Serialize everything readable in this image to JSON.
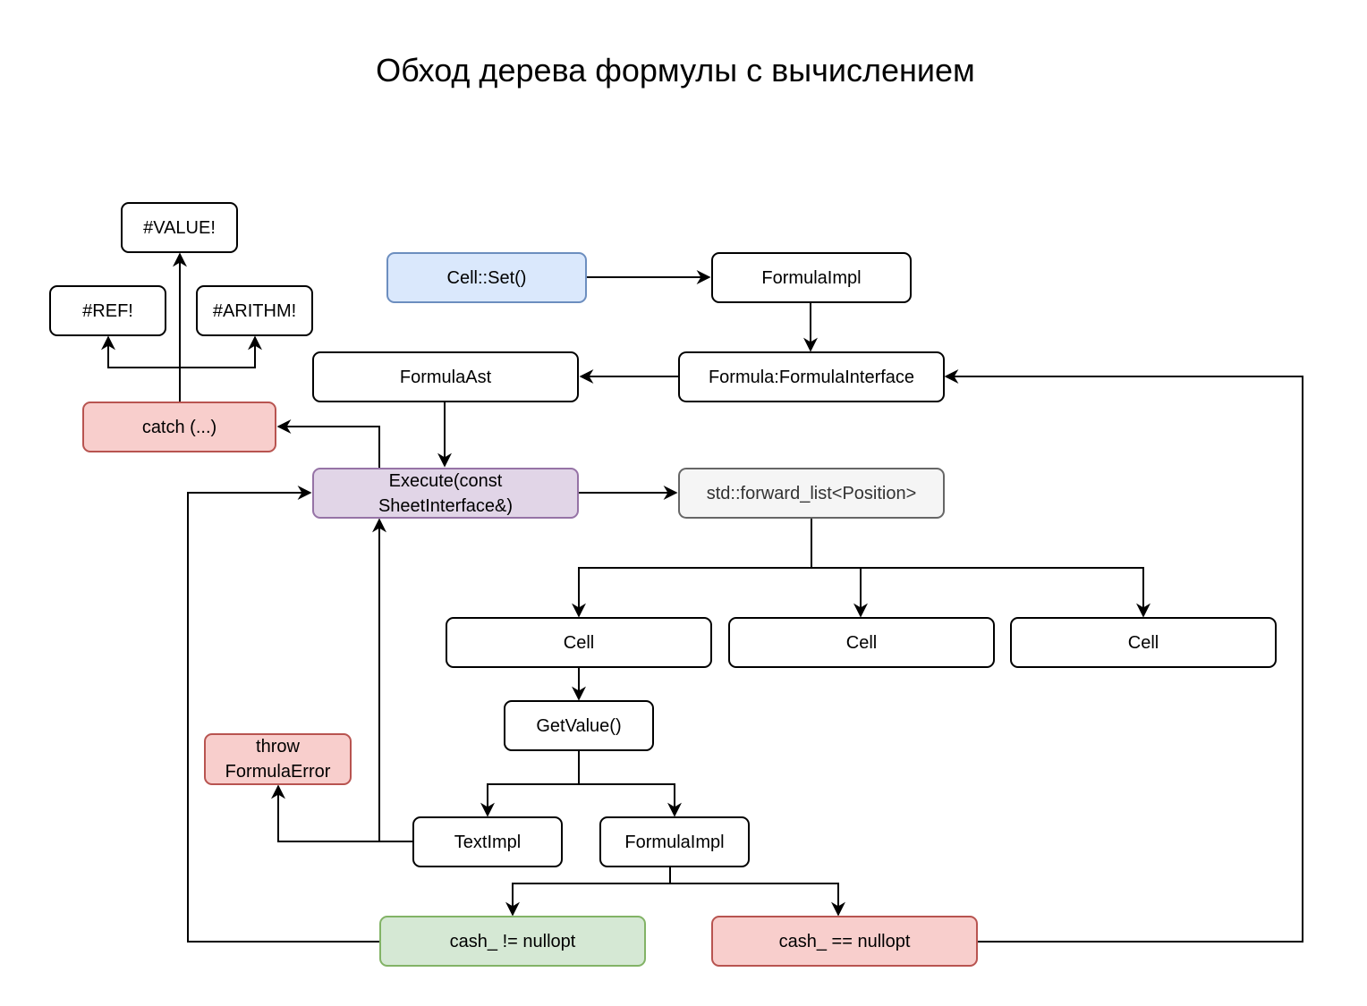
{
  "title": "Обход дерева формулы с вычислением",
  "nodes": {
    "value_error": "#VALUE!",
    "ref_error": "#REF!",
    "arithm_error": "#ARITHM!",
    "catch": "catch (...)",
    "cell_set": "Cell::Set()",
    "formula_impl_top": "FormulaImpl",
    "formula_interface": "Formula:FormulaInterface",
    "formula_ast": "FormulaAst",
    "execute": "Execute(const SheetInterface&)",
    "forward_list": "std::forward_list<Position>",
    "cell_1": "Cell",
    "cell_2": "Cell",
    "cell_3": "Cell",
    "get_value": "GetValue()",
    "throw_error": "throw FormulaError",
    "text_impl": "TextImpl",
    "formula_impl_bottom": "FormulaImpl",
    "cache_present": "cash_ != nullopt",
    "cache_empty": "cash_ == nullopt"
  },
  "colors": {
    "blue_fill": "#dae8fc",
    "red_fill": "#f8cecc",
    "purple_fill": "#e1d5e7",
    "green_fill": "#d5e8d4",
    "gray_fill": "#f5f5f5"
  }
}
